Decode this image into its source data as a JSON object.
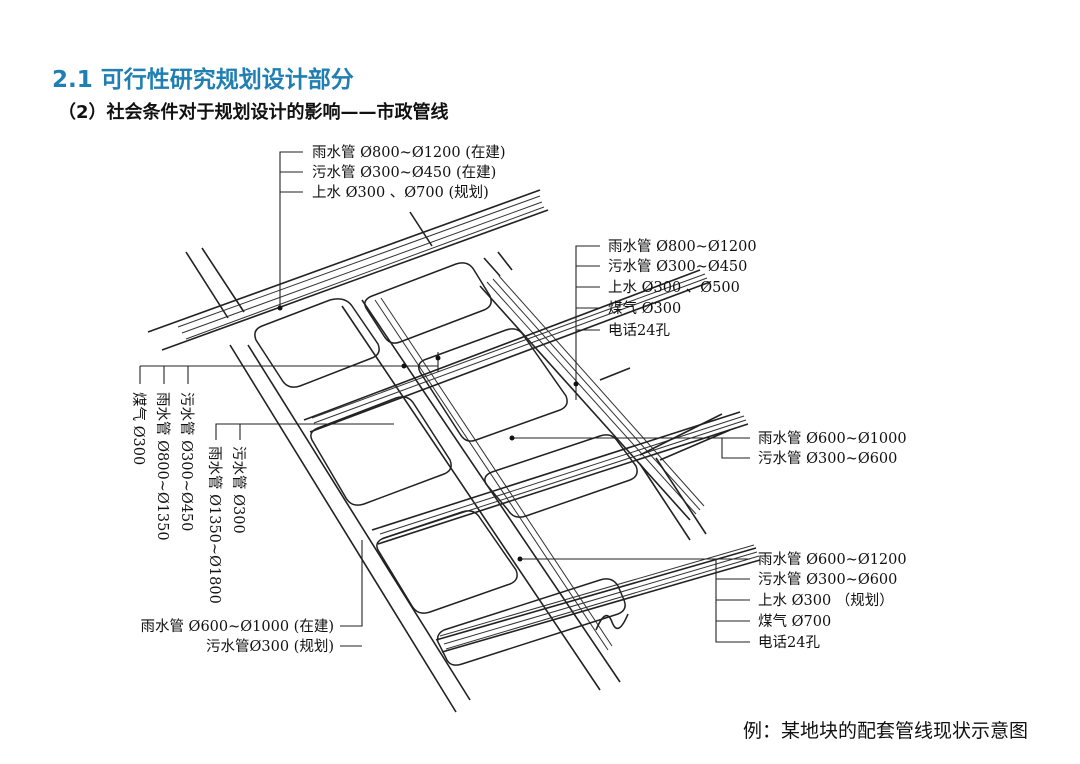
{
  "header": {
    "title": "2.1  可行性研究规划设计部分",
    "subtitle": "（2）社会条件对于规划设计的影响——市政管线"
  },
  "caption": "例：某地块的配套管线现状示意图",
  "colors": {
    "title": "#1f7fb3",
    "line": "#222222"
  },
  "labels": {
    "top_left": [
      "雨水管 Ø800~Ø1200 (在建)",
      "污水管 Ø300~Ø450 (在建)",
      "上水    Ø300 、Ø700 (规划)"
    ],
    "right_upper": [
      "雨水管 Ø800~Ø1200",
      "污水管 Ø300~Ø450",
      "上水    Ø300 、Ø500",
      "煤气    Ø300",
      "电话24孔"
    ],
    "right_middle": [
      "雨水管 Ø600~Ø1000",
      "污水管 Ø300~Ø600"
    ],
    "right_lower": [
      "雨水管 Ø600~Ø1200",
      "污水管 Ø300~Ø600",
      "上水    Ø300 （规划）",
      "煤气    Ø700",
      "电话24孔"
    ],
    "bottom_left": [
      "雨水管 Ø600~Ø1000 (在建)",
      "污水管Ø300 (规划)"
    ],
    "vertical_left": [
      "煤气 Ø300",
      "雨水管 Ø800~Ø1350",
      "污水管 Ø300~Ø450"
    ],
    "vertical_mid": [
      "雨水管 Ø1350~Ø1800",
      "污水管 Ø300"
    ]
  }
}
